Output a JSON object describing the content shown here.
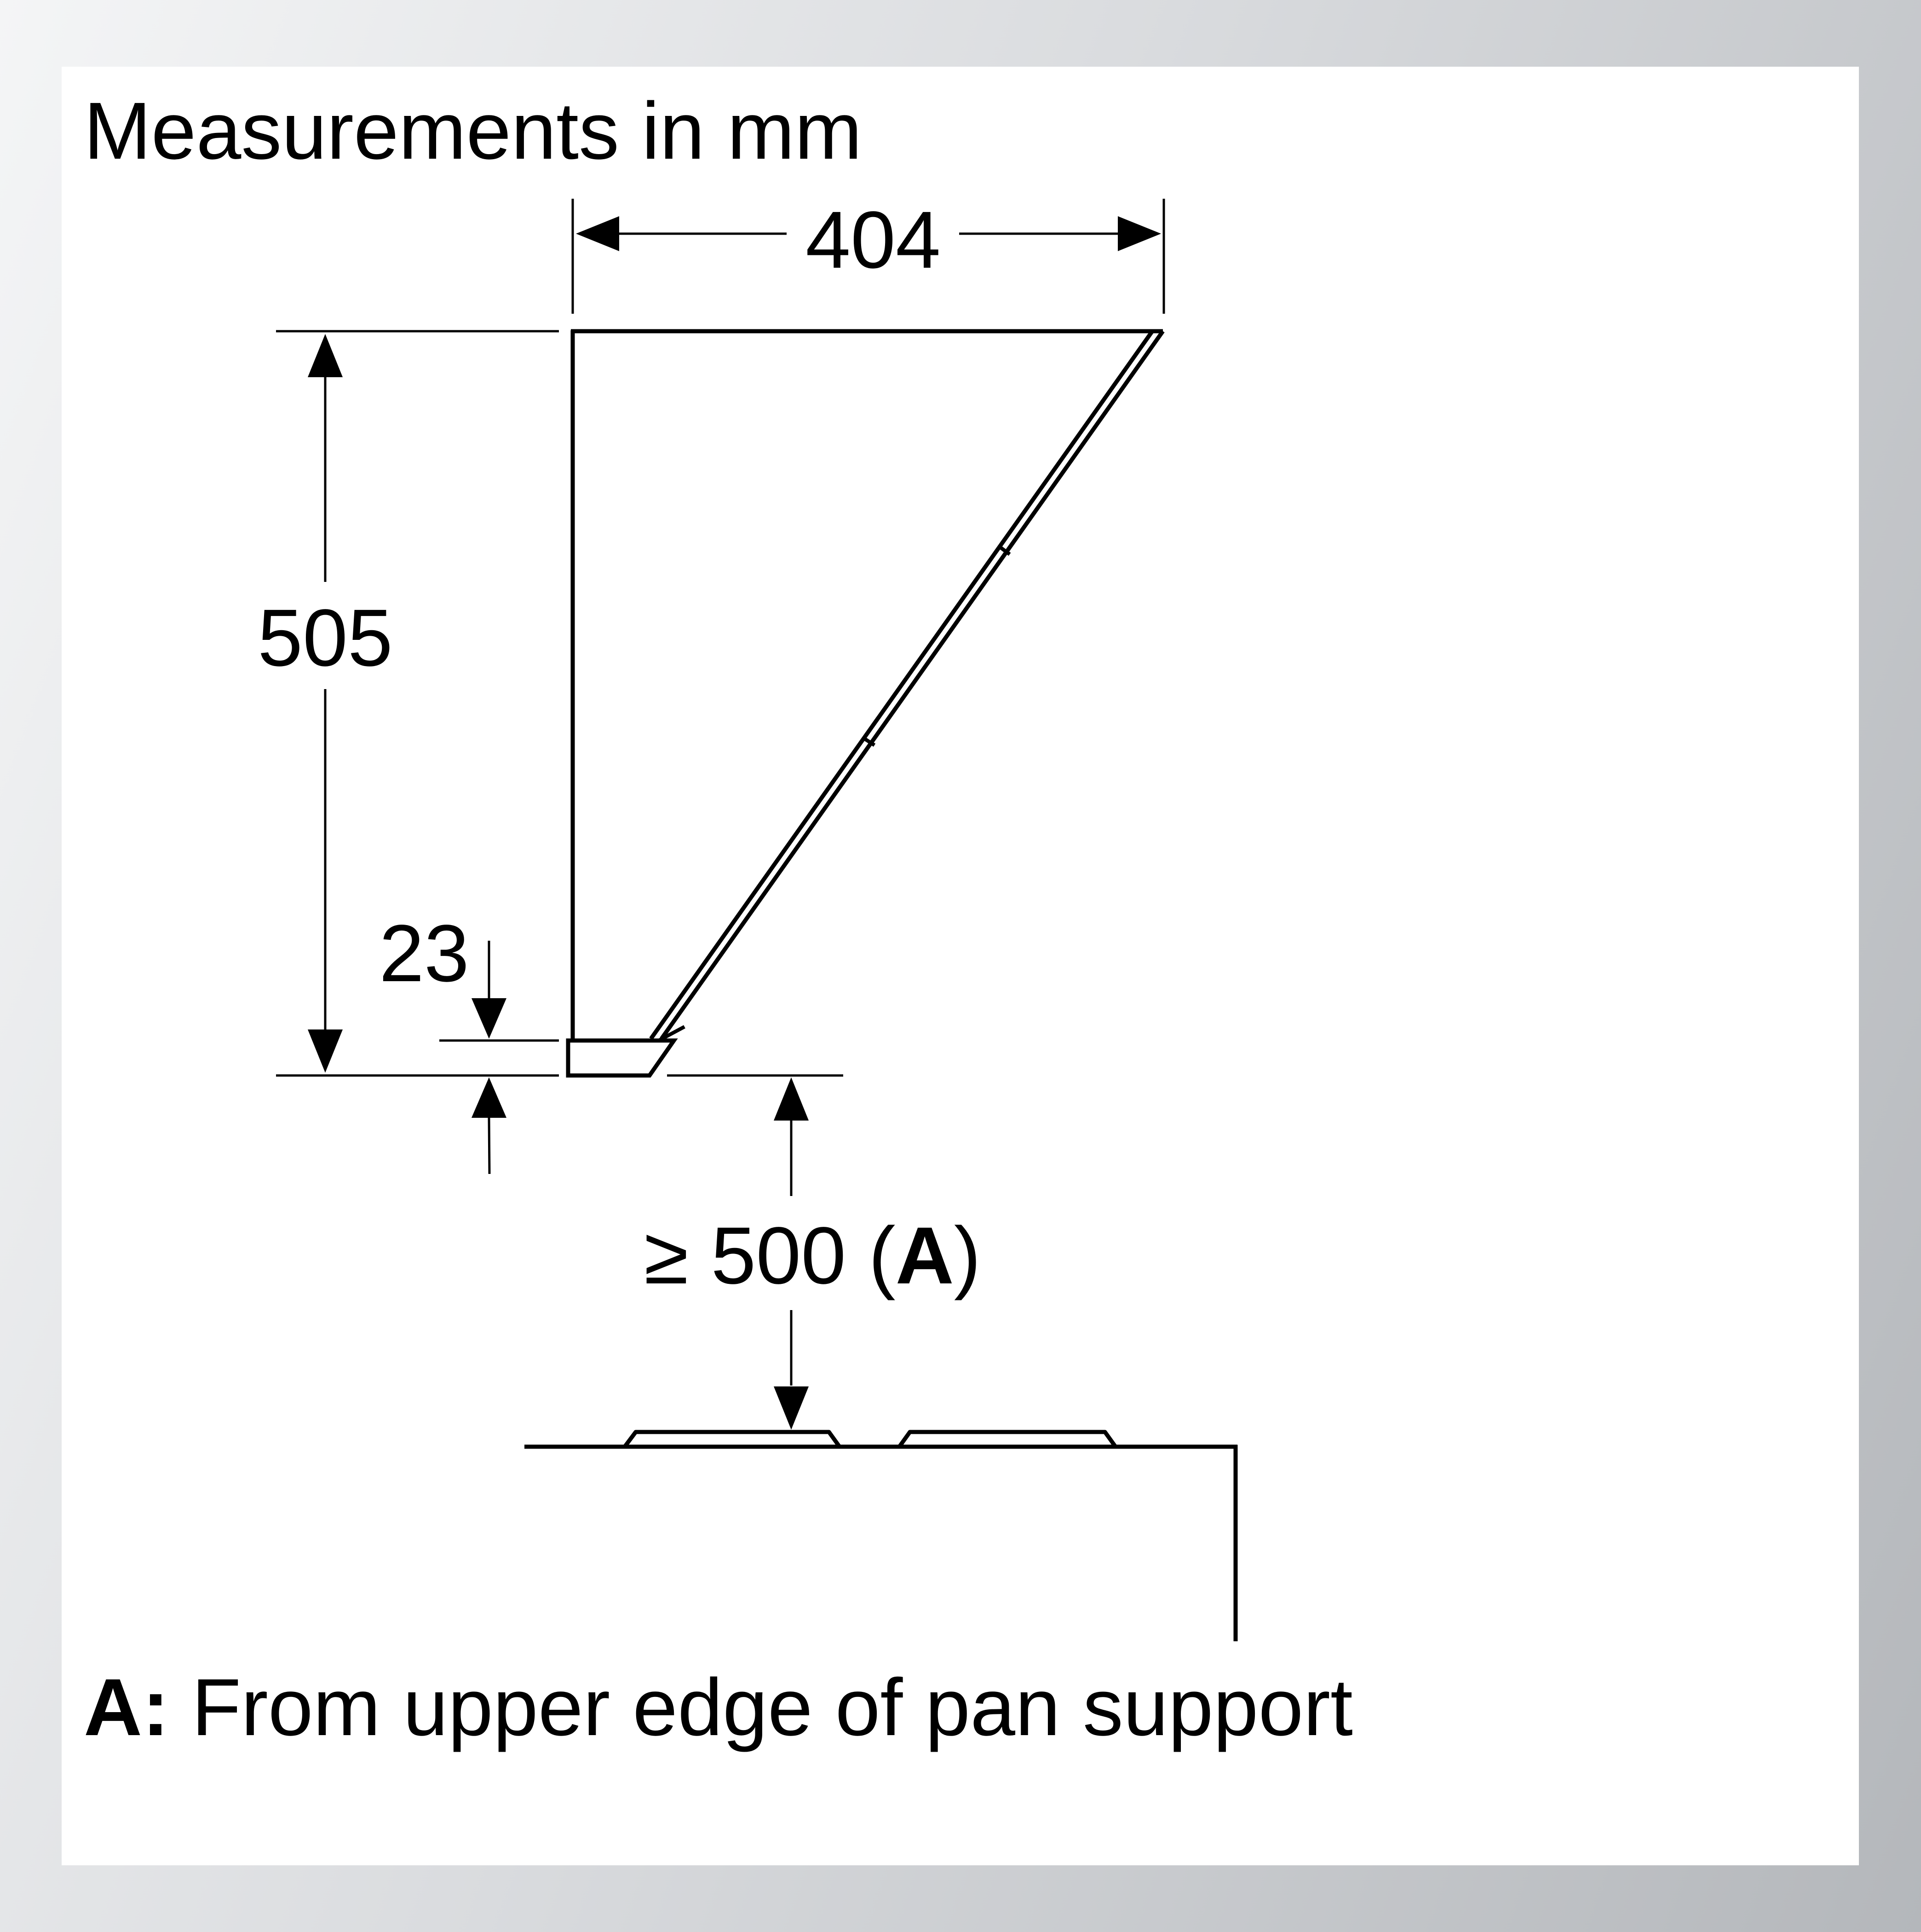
{
  "header": {
    "title": "Measurements in mm"
  },
  "dimensions": {
    "width": "404",
    "height": "505",
    "lip": "23",
    "clearance_symbol": "≥",
    "clearance_value": "500",
    "clearance_open": "(",
    "clearance_ref": "A",
    "clearance_close": ")"
  },
  "footnote": {
    "key": "A:",
    "text": "From upper edge of pan support"
  },
  "colors": {
    "background_light": "#f4f5f6",
    "background_dark": "#b4b7bb",
    "sheet": "#ffffff",
    "ink": "#000000"
  }
}
